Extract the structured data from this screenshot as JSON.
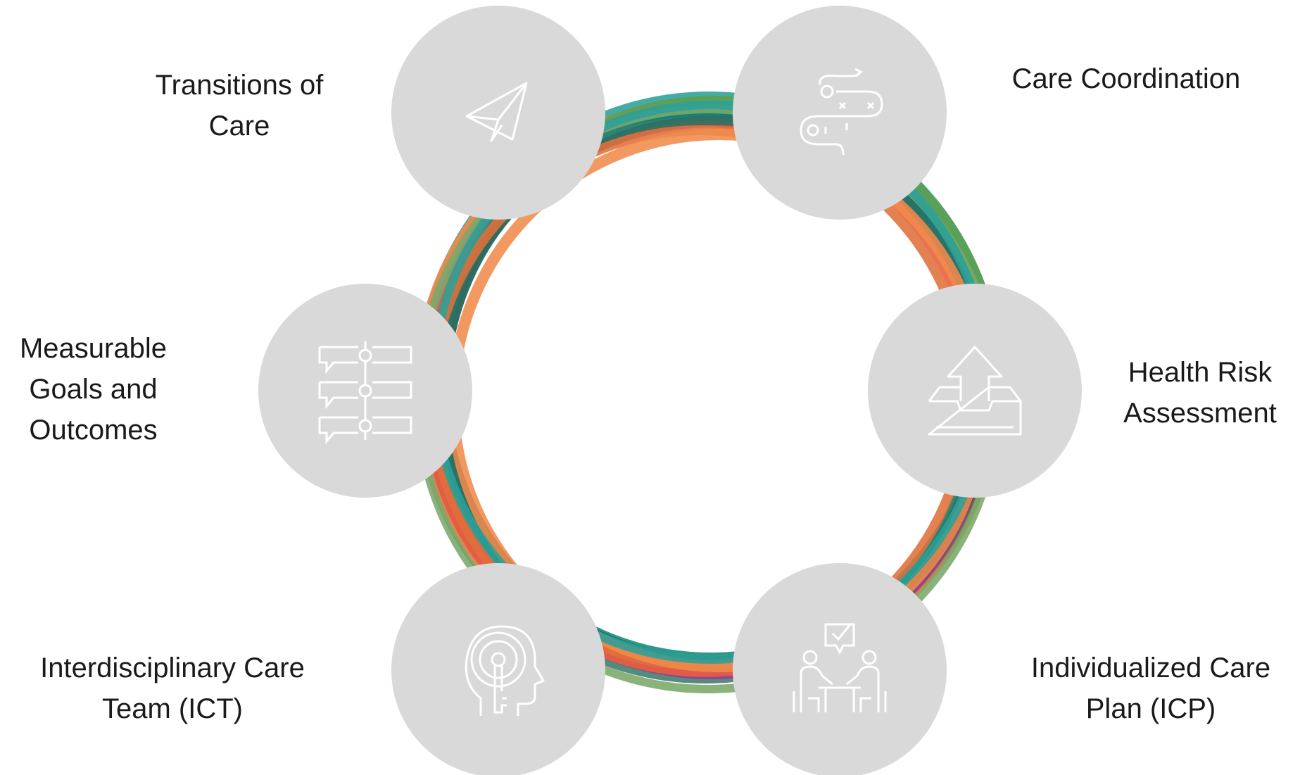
{
  "colors": {
    "node_fill": "#d9d9d9",
    "icon_stroke": "#ffffff",
    "ring_palette": [
      "#2aa198",
      "#3c7a6e",
      "#e0703a",
      "#f08a4b",
      "#5d9e4f",
      "#8b3f8f",
      "#b5559c",
      "#1f4d44",
      "#e85c3c",
      "#128a7a",
      "#7aa96a",
      "#2d6f64"
    ]
  },
  "nodes": [
    {
      "id": "transitions-of-care",
      "icon": "paper-plane-icon",
      "label_lines": [
        "Transitions of",
        "Care"
      ]
    },
    {
      "id": "care-coordination",
      "icon": "strategy-path-icon",
      "label_lines": [
        "Care Coordination"
      ]
    },
    {
      "id": "health-risk-assessment",
      "icon": "inbox-upload-icon",
      "label_lines": [
        "Health Risk",
        "Assessment"
      ]
    },
    {
      "id": "individualized-care-plan",
      "icon": "meeting-checkmark-icon",
      "label_lines": [
        "Individualized Care",
        "Plan (ICP)"
      ]
    },
    {
      "id": "interdisciplinary-care-team",
      "icon": "head-keyhole-icon",
      "label_lines": [
        "Interdisciplinary Care",
        "Team (ICT)"
      ]
    },
    {
      "id": "measurable-goals",
      "icon": "timeline-steps-icon",
      "label_lines": [
        "Measurable",
        "Goals and",
        "Outcomes"
      ]
    }
  ]
}
